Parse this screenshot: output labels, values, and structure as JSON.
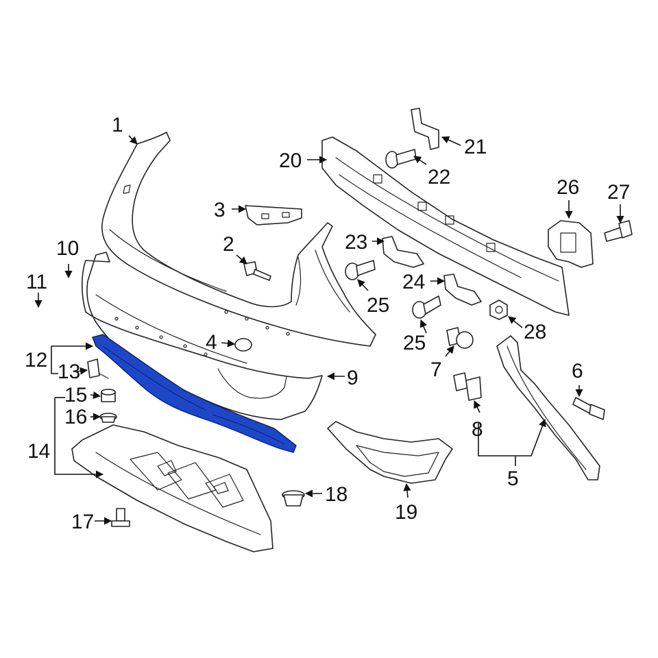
{
  "highlight_color": "#1e47c8",
  "callouts": {
    "c1": "1",
    "c2": "2",
    "c3": "3",
    "c4": "4",
    "c5": "5",
    "c6": "6",
    "c7": "7",
    "c8": "8",
    "c9": "9",
    "c10": "10",
    "c11": "11",
    "c12": "12",
    "c13": "13",
    "c14": "14",
    "c15": "15",
    "c16": "16",
    "c17": "17",
    "c18": "18",
    "c19": "19",
    "c20": "20",
    "c21": "21",
    "c22": "22",
    "c23": "23",
    "c24": "24",
    "c25a": "25",
    "c25b": "25",
    "c26": "26",
    "c27": "27",
    "c28": "28"
  }
}
